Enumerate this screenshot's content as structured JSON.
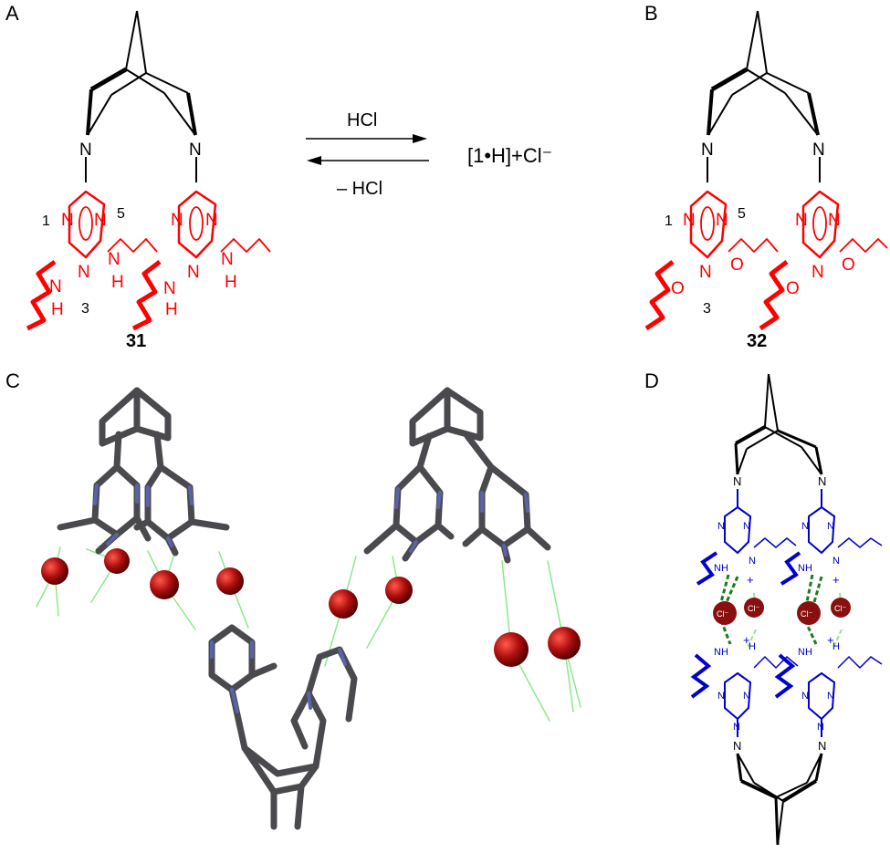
{
  "panels": {
    "a": {
      "letter": "A",
      "compound": "31",
      "pos1": "1",
      "pos3": "3",
      "pos5": "5"
    },
    "b": {
      "letter": "B",
      "compound": "32",
      "pos1": "1",
      "pos3": "3",
      "pos5": "5"
    },
    "c": {
      "letter": "C"
    },
    "d": {
      "letter": "D"
    }
  },
  "reaction": {
    "forward": "HCl",
    "reverse": "– HCl",
    "product": "[1•H]+Cl⁻"
  },
  "atoms": {
    "N": "N",
    "H": "H",
    "O": "O",
    "NH": "NH",
    "Cl": "Cl⁻",
    "plus": "+"
  },
  "colors": {
    "triazine_a": "#ff0000",
    "triazine_d": "#0000cc",
    "chloride": "#a01010",
    "hbond": "#7ee27e",
    "hbond_dark": "#1e7a1e",
    "stick_carbon": "#4a4a4e",
    "stick_nitrogen": "#5a62a8"
  }
}
